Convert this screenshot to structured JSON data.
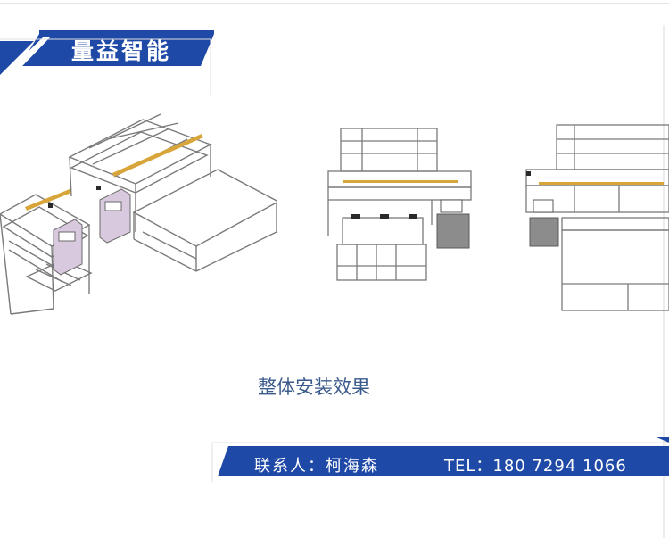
{
  "header": {
    "brand_title": "量益智能"
  },
  "caption": "整体安装效果",
  "footer": {
    "contact_label": "联系人：柯海森",
    "phone_label": "TEL：180  7294  1066"
  },
  "colors": {
    "banner_blue": "#1f49a6",
    "caption_blue": "#3b5b8c",
    "line_gray": "#7a7a7a",
    "panel_gray": "#8c8c8c"
  },
  "figures": [
    "isometric-machine-left",
    "isometric-machine-right",
    "front-view-machine",
    "side-view-machine"
  ]
}
